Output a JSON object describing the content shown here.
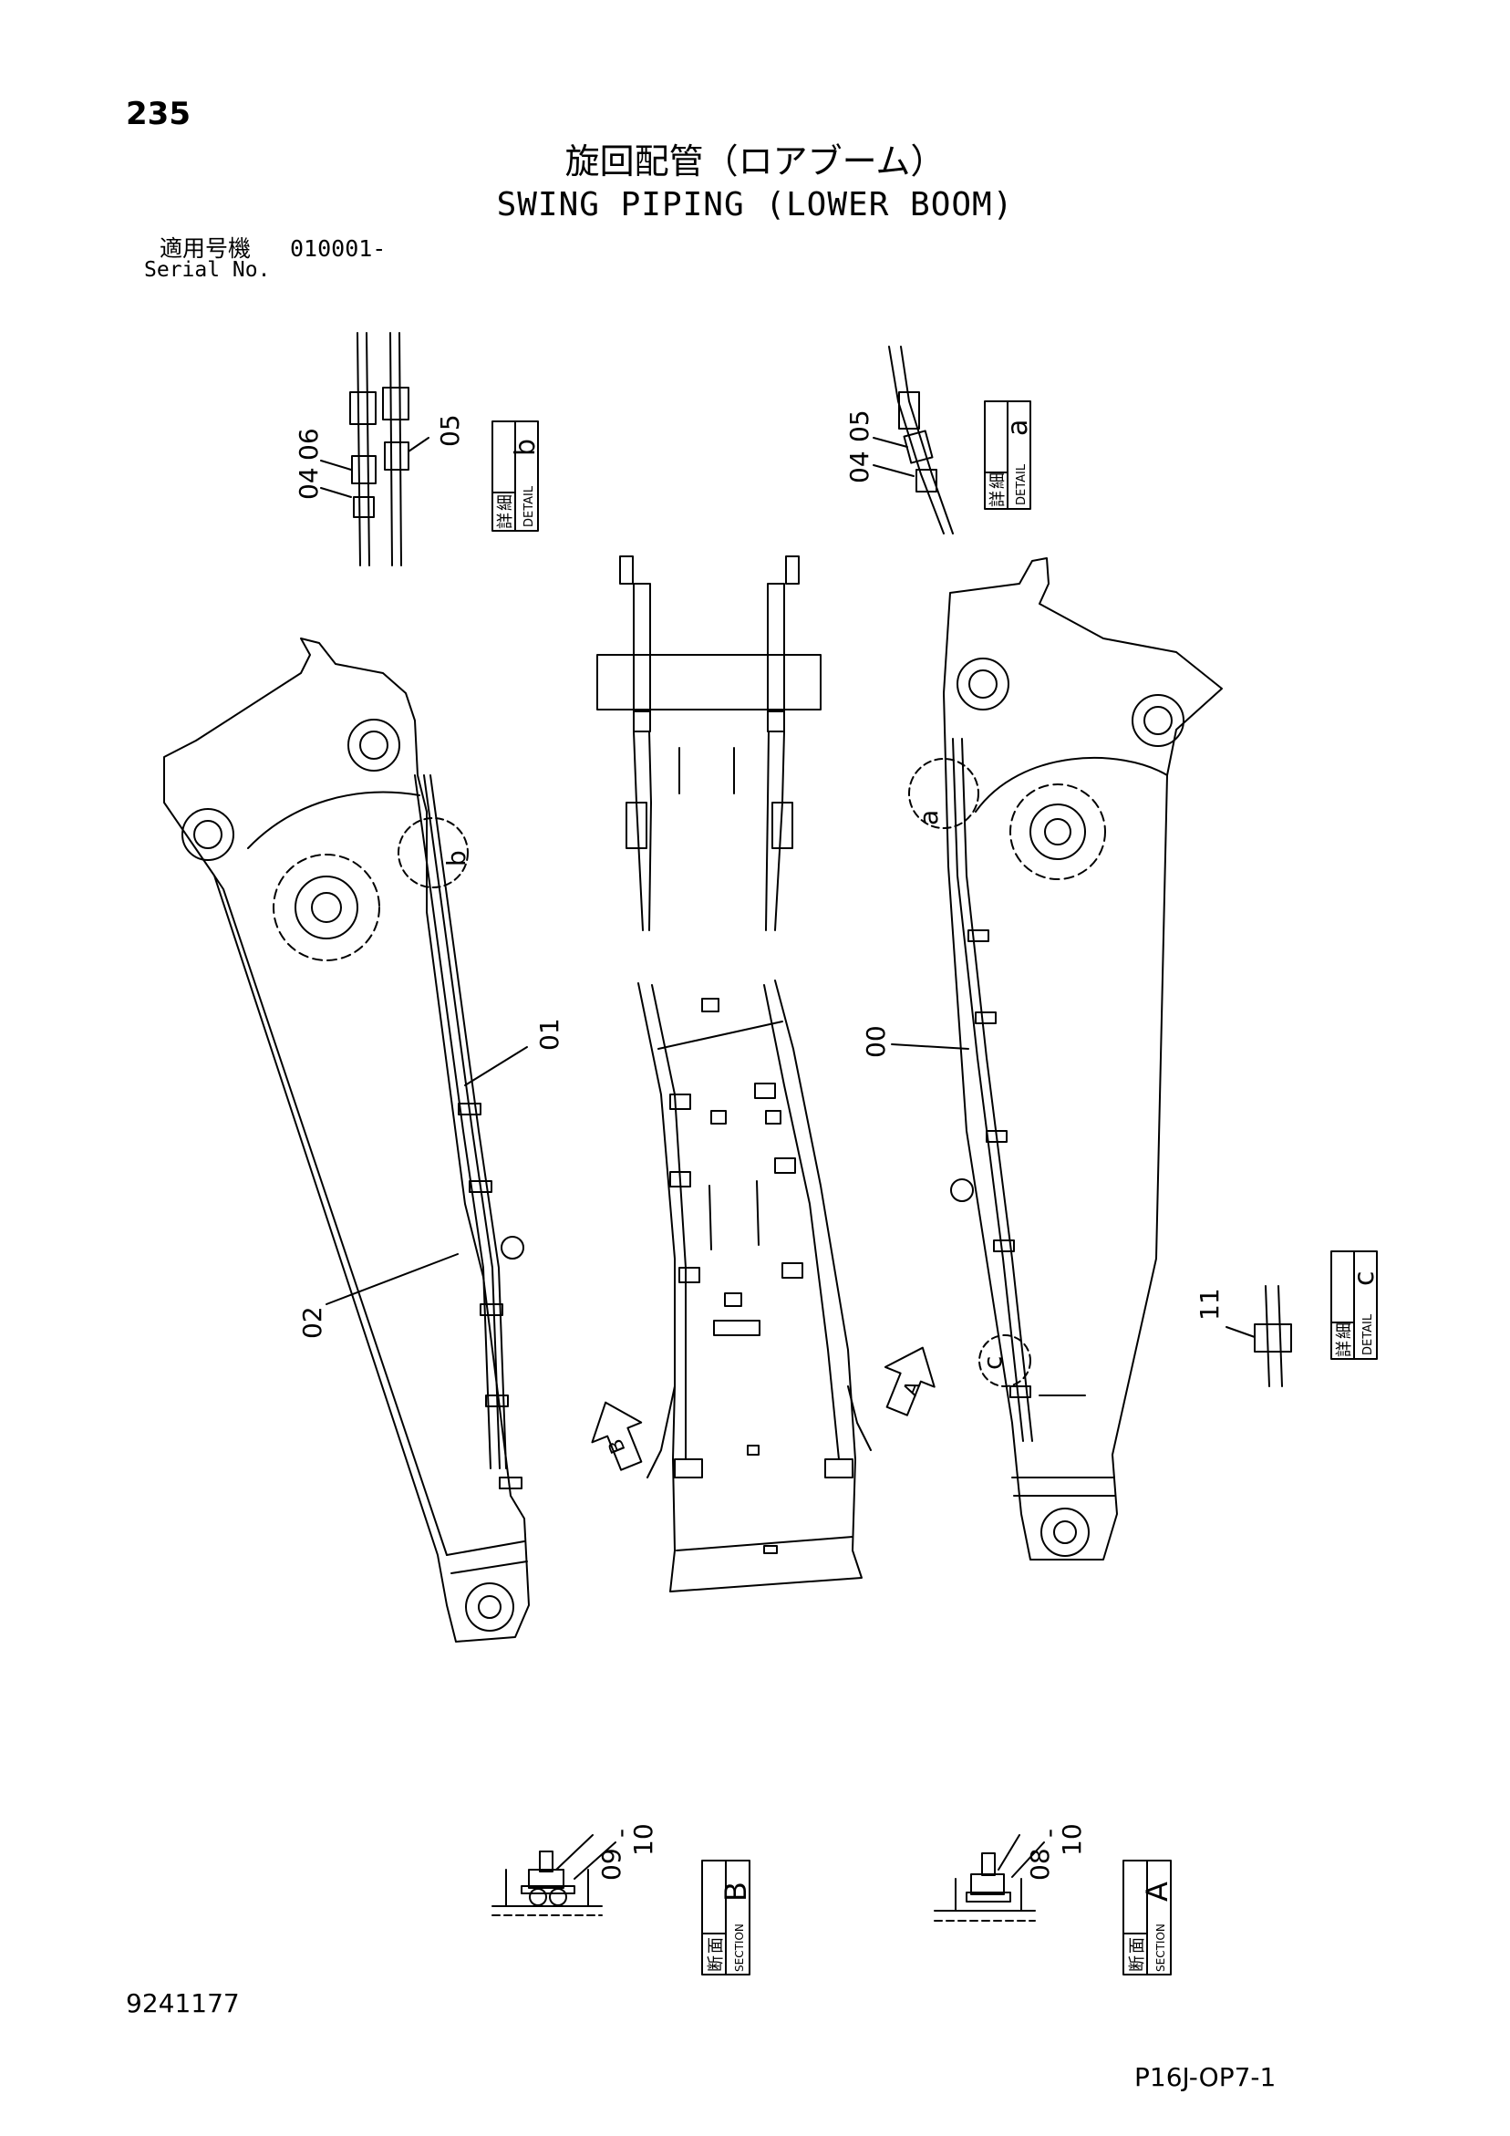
{
  "header": {
    "page_number": "235",
    "title_ja": "旋回配管（ロアブーム）",
    "title_en": "SWING PIPING (LOWER BOOM)",
    "serial_label_ja": "適用号機",
    "serial_value": "010001-",
    "serial_label_en": "Serial No."
  },
  "part_labels": {
    "p00": "00",
    "p01": "01",
    "p02": "02",
    "p04": "04",
    "p05": "05",
    "p06": "06",
    "p08": "08",
    "p09": "09",
    "p10": "10",
    "p11": "11",
    "sep": "-"
  },
  "detail_tags": [
    {
      "letter": "b",
      "kanji_1": "詳",
      "kanji_2": "細",
      "word": "DETAIL"
    },
    {
      "letter": "a",
      "kanji_1": "詳",
      "kanji_2": "細",
      "word": "DETAIL"
    },
    {
      "letter": "c",
      "kanji_1": "詳",
      "kanji_2": "細",
      "word": "DETAIL"
    }
  ],
  "section_tags": [
    {
      "letter": "B",
      "kanji_1": "断",
      "kanji_2": "面",
      "word": "SECTION"
    },
    {
      "letter": "A",
      "kanji_1": "断",
      "kanji_2": "面",
      "word": "SECTION"
    }
  ],
  "callouts": {
    "a": "a",
    "b": "b",
    "c": "c",
    "arrow_A": "A",
    "arrow_B": "B"
  },
  "footer": {
    "drawing_number": "9241177",
    "sheet_code": "P16J-OP7-1"
  }
}
